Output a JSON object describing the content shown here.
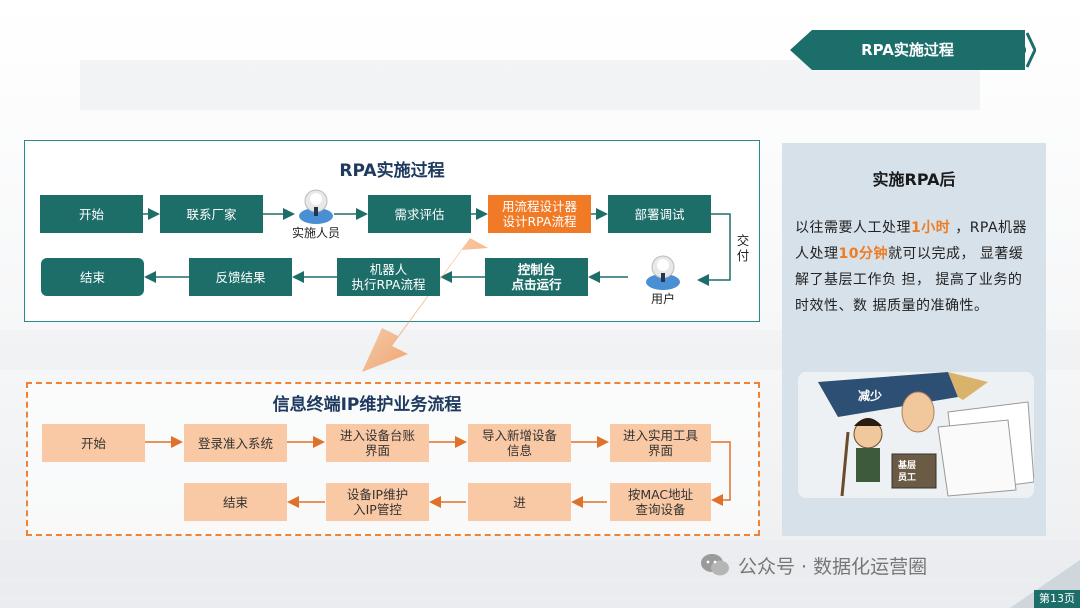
{
  "banner": {
    "title": "RPA实施过程"
  },
  "rpa": {
    "title": "RPA实施过程",
    "nodes": {
      "start": "开始",
      "contact": "联系厂家",
      "assess": "需求评估",
      "design": "用流程设计器\n设计RPA流程",
      "deploy": "部署调试",
      "console": "控制台\n点击运行",
      "robot": "机器人\n执行RPA流程",
      "feedback": "反馈结果",
      "end": "结束"
    },
    "people": {
      "implementer": "实施人员",
      "user": "用户"
    },
    "deliver_label": "交\n付"
  },
  "ip": {
    "title": "信息终端IP维护业务流程",
    "nodes": {
      "start": "开始",
      "login": "登录准入系统",
      "ledger": "进入设备台账\n界面",
      "import": "导入新增设备\n信息",
      "tool": "进入实用工具\n界面",
      "mac": "按MAC地址\n查询设备",
      "enter": "进",
      "maintain": "设备IP维护\n入IP管控",
      "end": "结束"
    }
  },
  "side": {
    "title": "实施RPA后",
    "text_parts": {
      "a": "以往需要人工处理",
      "b": "1小时",
      "c": " ，RPA机器人处理",
      "d": "10分钟",
      "e": "就可以完成， 显著缓解了基层工作负 担， 提高了业务的时效性、数 据质量的准确性。"
    },
    "cartoon": {
      "banner": "减少",
      "box": "基层\n员工"
    }
  },
  "footer": {
    "watermark": "公众号 · 数据化运营圈",
    "page": "第13页"
  },
  "colors": {
    "teal": "#1d6d69",
    "orange": "#f07a26",
    "peach": "#f9c8a4",
    "dashed": "#ef8233"
  }
}
